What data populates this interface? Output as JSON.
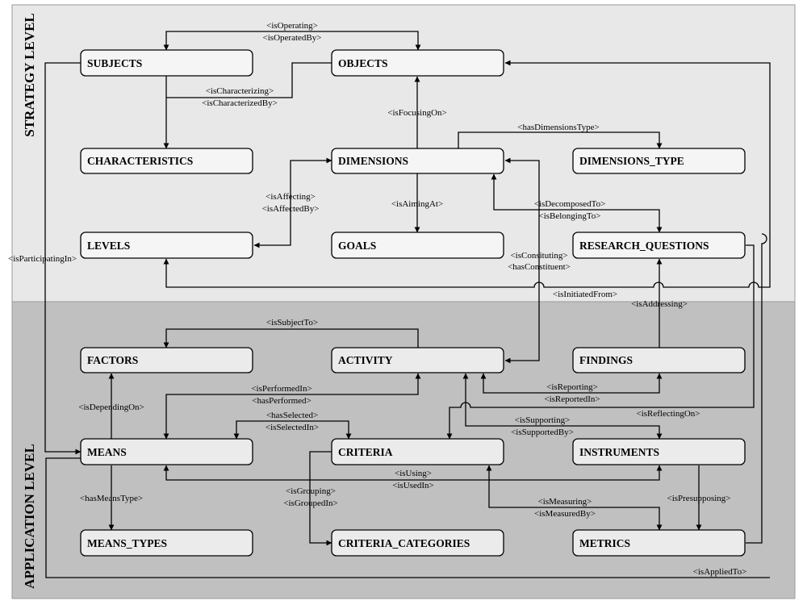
{
  "levels": {
    "strategy": "STRATEGY LEVEL",
    "application": "APPLICATION LEVEL"
  },
  "colors": {
    "strategy_bg": "#e8e8e8",
    "application_bg": "#c0c0c0",
    "strategy_box": "#f5f5f5",
    "application_box": "#ebebeb",
    "stroke": "#000000"
  },
  "entities": {
    "subjects": "SUBJECTS",
    "objects": "OBJECTS",
    "characteristics": "CHARACTERISTICS",
    "dimensions": "DIMENSIONS",
    "dimensions_type": "DIMENSIONS_TYPE",
    "levels": "LEVELS",
    "goals": "GOALS",
    "research_questions": "RESEARCH_QUESTIONS",
    "factors": "FACTORS",
    "activity": "ACTIVITY",
    "findings": "FINDINGS",
    "means": "MEANS",
    "criteria": "CRITERIA",
    "instruments": "INSTRUMENTS",
    "means_types": "MEANS_TYPES",
    "criteria_categories": "CRITERIA_CATEGORIES",
    "metrics": "METRICS"
  },
  "relations": {
    "is_operating": "<isOperating>",
    "is_operated_by": "<isOperatedBy>",
    "is_characterizing": "<isCharacterizing>",
    "is_characterized_by": "<isCharacterizedBy>",
    "is_focusing_on": "<isFocusingOn>",
    "has_dimensions_type": "<hasDimensionsType>",
    "is_affecting": "<isAffecting>",
    "is_affected_by": "<isAffectedBy>",
    "is_aiming_at": "<isAimingAt>",
    "is_decomposed_to": "<isDecomposedTo>",
    "is_belonging_to": "<isBelongingTo>",
    "is_participating_in": "<isParticipatingIn>",
    "is_consituting": "<isConsituting>",
    "has_constituent": "<hasConstituent>",
    "is_initiated_from": "<isInitiatedFrom>",
    "is_addressing": "<isAddressing>",
    "is_subject_to": "<isSubjectTo>",
    "is_performed_in": "<isPerformedIn>",
    "has_performed": "<hasPerformed>",
    "is_reporting": "<isReporting>",
    "is_reported_in": "<isReportedIn>",
    "is_depending_on": "<isDependingOn>",
    "has_selected": "<hasSelected>",
    "is_selected_in": "<isSelectedIn>",
    "is_reflecting_on": "<isReflectingOn>",
    "is_supporting": "<isSupporting>",
    "is_supported_by": "<isSupportedBy>",
    "is_using": "<isUsing>",
    "is_used_in": "<isUsedIn>",
    "has_means_type": "<hasMeansType>",
    "is_grouping": "<isGrouping>",
    "is_grouped_in": "<isGroupedIn>",
    "is_measuring": "<isMeasuring>",
    "is_measured_by": "<isMeasuredBy>",
    "is_presupposing": "<isPresupposing>",
    "is_applied_to": "<isAppliedTo>"
  }
}
